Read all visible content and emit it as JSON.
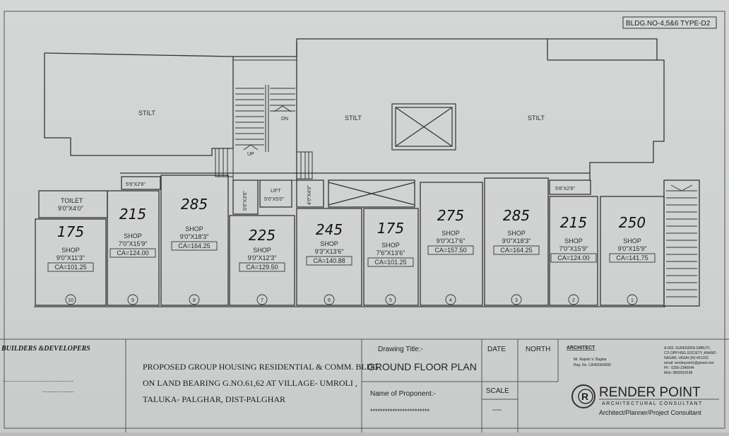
{
  "header": {
    "building_type": "BLDG.NO-4,5&6 TYPE-D2"
  },
  "plan": {
    "stilt_labels": [
      "STILT",
      "STILT",
      "STILT"
    ],
    "stair": {
      "up": "UP",
      "down": "DN"
    },
    "lift": {
      "label": "LIFT",
      "size": "5'0\"X5'0\""
    },
    "duct_sizes": {
      "d1": "5'6\"X2'6\"",
      "d2": "5'6\"X3'6\"",
      "d3": "4'0\"X4'0\"",
      "d4": "5'6\"X2'6\""
    },
    "toilet": {
      "label": "TOILET",
      "size": "9'0\"X4'0\""
    },
    "shops": [
      {
        "number": "10",
        "label": "SHOP",
        "size": "9'0\"X11'3\"",
        "carpet_area": "CA=101.25",
        "handwritten": "175"
      },
      {
        "number": "9",
        "label": "SHOP",
        "size": "7'0\"X15'9\"",
        "carpet_area": "CA=124.00",
        "handwritten": "215"
      },
      {
        "number": "8",
        "label": "SHOP",
        "size": "9'0\"X18'3\"",
        "carpet_area": "CA=164.25",
        "handwritten": "285"
      },
      {
        "number": "7",
        "label": "SHOP",
        "size": "9'0\"X12'3\"",
        "carpet_area": "CA=129.50",
        "handwritten": "225"
      },
      {
        "number": "6",
        "label": "SHOP",
        "size": "9'3\"X13'6\"",
        "carpet_area": "CA=140.88",
        "handwritten": "245"
      },
      {
        "number": "5",
        "label": "SHOP",
        "size": "7'6\"X13'6\"",
        "carpet_area": "CA=101.25",
        "handwritten": "175"
      },
      {
        "number": "4",
        "label": "SHOP",
        "size": "9'0\"X17'6\"",
        "carpet_area": "CA=157.50",
        "handwritten": "275"
      },
      {
        "number": "3",
        "label": "SHOP",
        "size": "9'0\"X18'3\"",
        "carpet_area": "CA=164.25",
        "handwritten": "285"
      },
      {
        "number": "2",
        "label": "SHOP",
        "size": "7'0\"X15'9\"",
        "carpet_area": "CA=124.00",
        "handwritten": "215"
      },
      {
        "number": "1",
        "label": "SHOP",
        "size": "9'0\"X15'9\"",
        "carpet_area": "CA=141.75",
        "handwritten": "250"
      }
    ]
  },
  "title_block": {
    "builder": "BUILDERS &DEVELOPERS",
    "builder_dots_1": "........................................",
    "builder_dots_2": "..................",
    "project_line_1": "PROPOSED GROUP HOUSING RESIDENTIAL & COMM. BLDG",
    "project_line_2": "ON LAND BEARING G.NO.61,62 AT VILLAGE- UMROLI ,",
    "project_line_3": "TALUKA- PALGHAR, DIST-PALGHAR",
    "drawing_title_label": "Drawing Title:-",
    "drawing_title": "GROUND FLOOR PLAN",
    "proponent_label": "Name of Proponent:-",
    "proponent_value": "************************",
    "date_label": "DATE",
    "north_label": "NORTH",
    "scale_label": "SCALE",
    "scale_value": "----",
    "architect_label": "ARCHITECT",
    "architect_name": "Mr. Rajesh V. Bagkar",
    "architect_reg": "Reg. No. CA/0000/0000",
    "address_lines": [
      "A-003, SURENDRA SMRUTI,",
      "CO.OPP.HSG.SOCIETY, ANAND",
      "NAGAR, VASAI (W)-401202.",
      "email: renderpoint1@gmail.com",
      "Ph : 0250-2340644",
      "Mob: 9800918198"
    ],
    "firm_name": "RENDER POINT",
    "firm_subtitle": "ARCHITECTURAL CONSULTANT",
    "firm_services": "Architect/Planner/Project Consultant",
    "logo_letter": "R"
  }
}
